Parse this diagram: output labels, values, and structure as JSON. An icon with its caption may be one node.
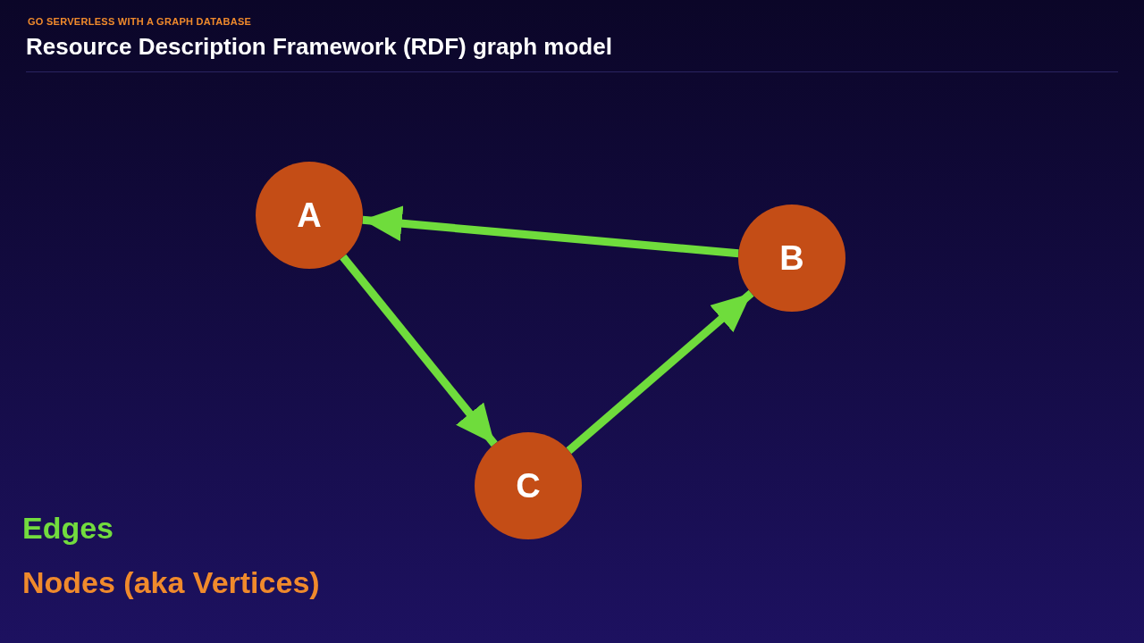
{
  "diagram": {
    "title": "Resource Description Framework (RDF) graph model",
    "nodes": [
      {
        "text": [
          "A"
        ]
      },
      {
        "text": [
          "B"
        ]
      },
      {
        "text": [
          "C"
        ]
      }
    ],
    "edges": [
      {
        "from": 1,
        "to": 0,
        "arrow": "to"
      },
      {
        "from": 0,
        "to": 2,
        "arrow": "to"
      },
      {
        "from": 2,
        "to": 1,
        "arrow": "to"
      }
    ],
    "labels": [
      "GO SERVERLESS WITH A GRAPH DATABASE",
      "Edges",
      "Nodes (aka Vertices)"
    ]
  }
}
